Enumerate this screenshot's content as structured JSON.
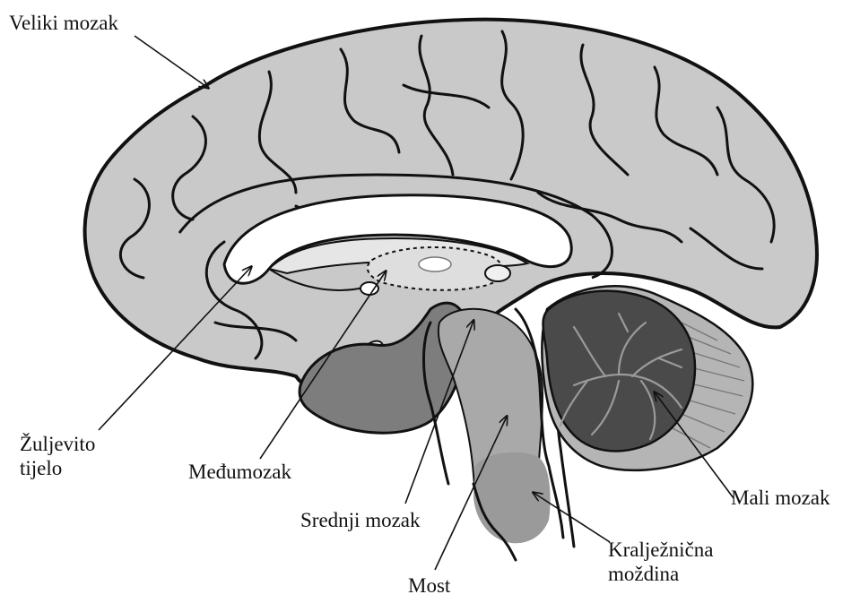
{
  "labels": {
    "cerebrum": "Veliki mozak",
    "corpus_callosum_1": "Žuljevito",
    "corpus_callosum_2": "tijelo",
    "diencephalon": "Međumozak",
    "midbrain": "Srednji mozak",
    "pons": "Most",
    "medulla_1": "Kralježnična",
    "medulla_2": "moždina",
    "cerebellum": "Mali mozak"
  },
  "colors": {
    "cortex": "#c9c9c9",
    "outline": "#111111",
    "corpus_callosum": "#ffffff",
    "ventricle": "#e6e6e6",
    "brainstem": "#a9a9a9",
    "medulla": "#9a9a9a",
    "limbic": "#7d7d7d",
    "cerebellum_outer": "#b5b5b5",
    "cerebellum_core": "#4a4a4a"
  }
}
